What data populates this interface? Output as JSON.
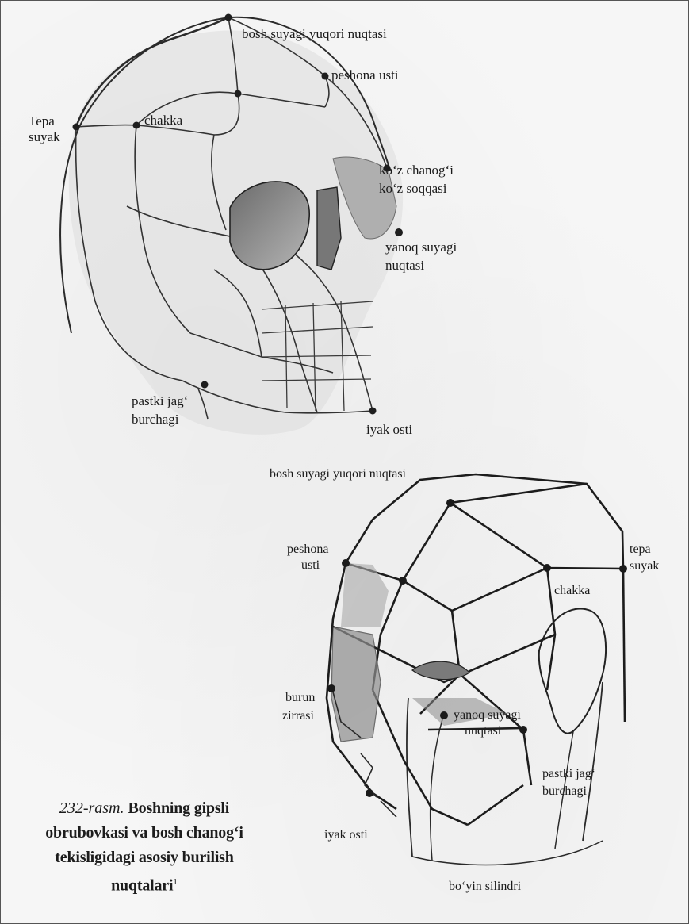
{
  "figure_top": {
    "labels": {
      "bosh_suyagi": "bosh suyagi yuqori nuqtasi",
      "peshona_usti": "peshona usti",
      "tepa_line1": "Tepa",
      "tepa_line2": "suyak",
      "chakka": "chakka",
      "koz_chanogi": "ko‘z chanog‘i",
      "koz_soqqasi": "ko‘z soqqasi",
      "yanoq_line1": "yanoq suyagi",
      "yanoq_line2": "nuqtasi",
      "pastki_line1": "pastki jag‘",
      "pastki_line2": "burchagi",
      "iyak_osti": "iyak osti"
    }
  },
  "figure_bottom": {
    "labels": {
      "bosh_suyagi": "bosh suyagi yuqori nuqtasi",
      "peshona_line1": "peshona",
      "peshona_line2": "usti",
      "tepa_line1": "tepa",
      "tepa_line2": "suyak",
      "chakka": "chakka",
      "burun_line1": "burun",
      "burun_line2": "zirrasi",
      "yanoq_line1": "yanoq suyagi",
      "yanoq_line2": "nuqtasi",
      "pastki_line1": "pastki jag‘",
      "pastki_line2": "burchagi",
      "iyak_osti": "iyak osti",
      "boyin": "bo‘yin silindri"
    }
  },
  "caption": {
    "number": "232-rasm.",
    "line1": "Boshning gipsli",
    "line2": "obrubovkasi va bosh chanog‘i",
    "line3": "tekisligidagi asosiy burilish",
    "line4": "nuqtalari",
    "footnote": "1"
  },
  "colors": {
    "ink": "#1a1a1a",
    "shade": "#9a9a9a",
    "paper": "#f6f6f6"
  }
}
